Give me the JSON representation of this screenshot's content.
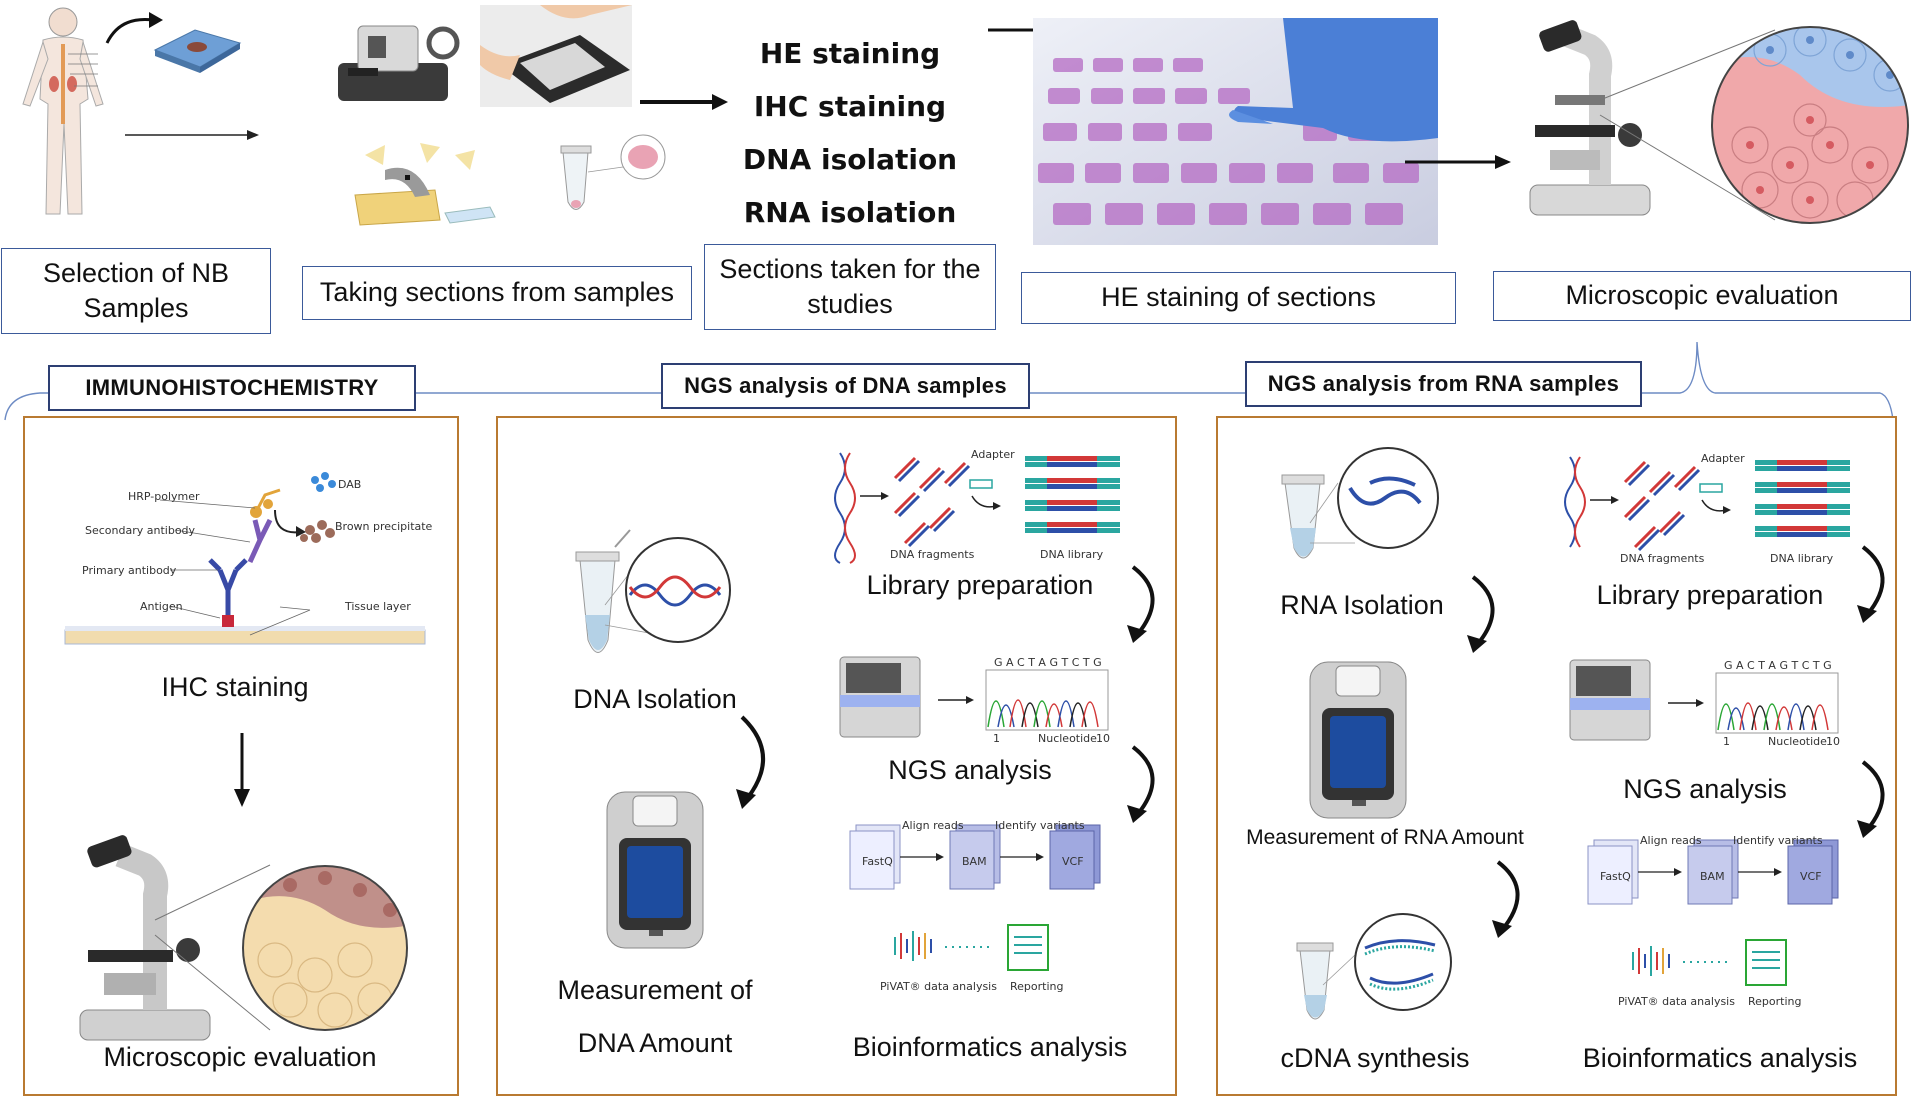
{
  "top": {
    "box_selection": "Selection of NB Samples",
    "box_sections": "Taking sections from samples",
    "box_sections_taken": "Sections taken for the studies",
    "box_he": "HE staining of sections",
    "box_micro": "Microscopic evaluation",
    "steps": [
      "HE staining",
      "IHC staining",
      "DNA isolation",
      "RNA isolation"
    ]
  },
  "headers": {
    "ihc": "IMMUNOHISTOCHEMISTRY",
    "dna": "NGS analysis of DNA samples",
    "rna": "NGS analysis from RNA samples"
  },
  "ihc_panel": {
    "labels": {
      "dab": "DAB",
      "hrp": "HRP-polymer",
      "brown": "Brown precipitate",
      "secondary": "Secondary antibody",
      "primary": "Primary antibody",
      "antigen": "Antigen",
      "tissue": "Tissue layer"
    },
    "staining": "IHC staining",
    "micro": "Microscopic evaluation"
  },
  "dna_panel": {
    "isolation": "DNA Isolation",
    "measurement_1": "Measurement of",
    "measurement_2": "DNA Amount",
    "library": "Library preparation",
    "ngs": "NGS analysis",
    "bioinfo": "Bioinformatics analysis",
    "adapter": "Adapter",
    "fragments": "DNA fragments",
    "dna_library": "DNA library",
    "seq": "G A C T A G T C T G",
    "axis_start": "1",
    "axis_label": "Nucleotide",
    "axis_end": "10",
    "fastq": "FastQ",
    "bam": "BAM",
    "vcf": "VCF",
    "align": "Align reads",
    "identify": "Identify variants",
    "pivat": "PiVAT® data analysis",
    "reporting": "Reporting"
  },
  "rna_panel": {
    "isolation": "RNA Isolation",
    "measurement": "Measurement of RNA Amount",
    "cdna": "cDNA synthesis",
    "library": "Library preparation",
    "ngs": "NGS analysis",
    "bioinfo": "Bioinformatics analysis",
    "adapter": "Adapter",
    "fragments": "DNA fragments",
    "dna_library": "DNA library",
    "seq": "G A C T A G T C T G",
    "axis_start": "1",
    "axis_label": "Nucleotide",
    "axis_end": "10",
    "fastq": "FastQ",
    "bam": "BAM",
    "vcf": "VCF",
    "align": "Align reads",
    "identify": "Identify variants",
    "pivat": "PiVAT® data analysis",
    "reporting": "Reporting"
  }
}
